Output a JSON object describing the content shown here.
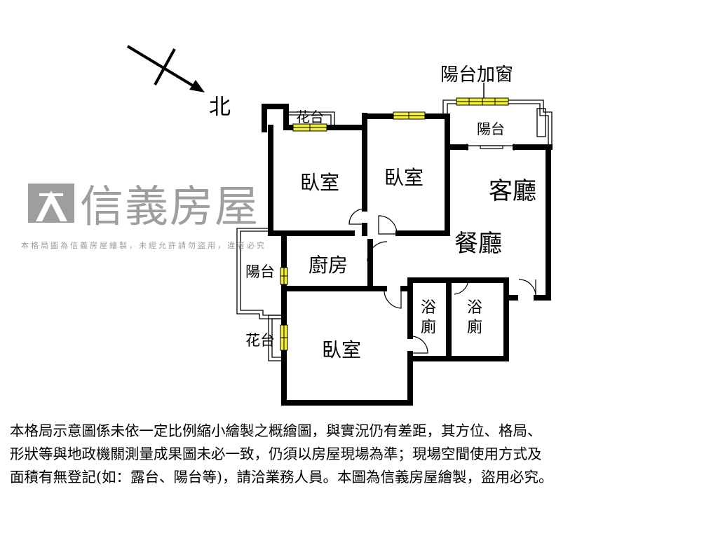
{
  "compass": {
    "north_label": "北"
  },
  "rooms": {
    "bedroom_1": "臥室",
    "bedroom_2": "臥室",
    "bedroom_3": "臥室",
    "living_room": "客廳",
    "dining_room": "餐廳",
    "kitchen": "廚房",
    "balcony_main": "陽台",
    "balcony_window": "陽台加窗",
    "balcony_kitchen": "陽台",
    "planter_top": "花台",
    "planter_left": "花台",
    "bath_1": [
      "浴",
      "廁"
    ],
    "bath_2": [
      "浴",
      "廁"
    ]
  },
  "watermark": {
    "brand": "信義房屋",
    "notice": "本格局圖為信義房屋繪製，未經允許請勿盜用，違者必究"
  },
  "disclaimer": [
    "本格局示意圖係未依一定比例縮小繪製之概繪圖，與實況仍有差距，其方位、格局、",
    "形狀等與地政機關測量成果圖未必一致，仍須以房屋現場為準；現場空間使用方式及",
    "面積有無登記(如：露台、陽台等)，請洽業務人員。本圖為信義房屋繪製，盜用必究。"
  ],
  "colors": {
    "wall": "#000000",
    "window": "#f2ee3c",
    "watermark": "#8a8a8a"
  }
}
